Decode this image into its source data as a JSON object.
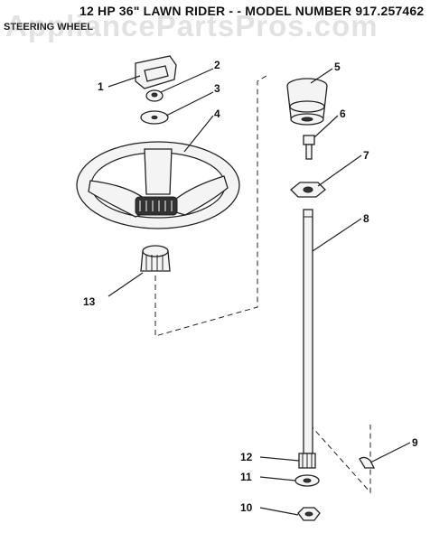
{
  "header": {
    "title": "12 HP 36\" LAWN RIDER - - MODEL NUMBER 917.257462",
    "section": "STEERING WHEEL"
  },
  "watermark": "AppliancePartsPros.com",
  "callouts": [
    "1",
    "2",
    "3",
    "4",
    "5",
    "6",
    "7",
    "8",
    "9",
    "10",
    "11",
    "12",
    "13"
  ]
}
